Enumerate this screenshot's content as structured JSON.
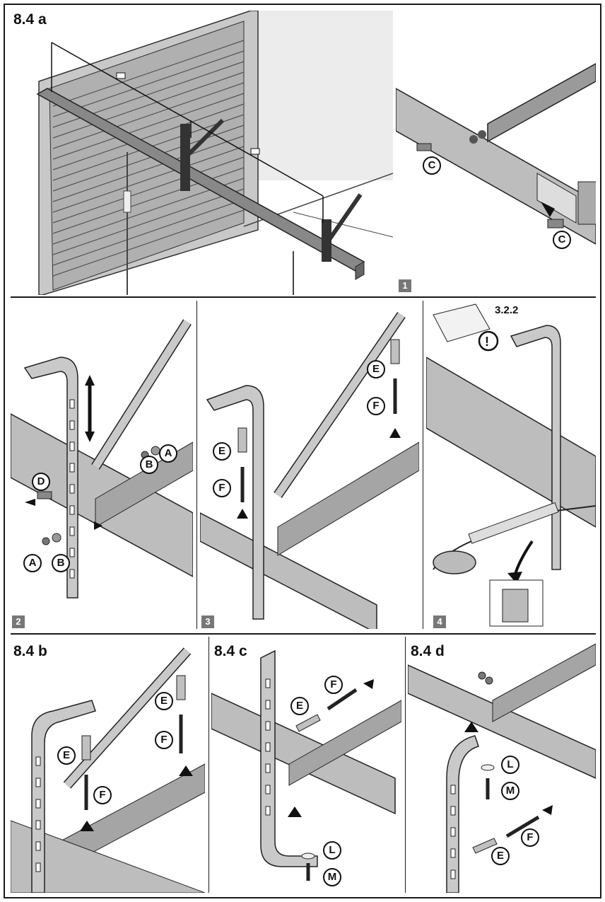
{
  "sections": {
    "a": "8.4 a",
    "b": "8.4 b",
    "c": "8.4 c",
    "d": "8.4 d"
  },
  "steps": [
    "1",
    "2",
    "3",
    "4"
  ],
  "parts": {
    "A": "A",
    "B": "B",
    "C": "C",
    "D": "D",
    "E": "E",
    "F": "F",
    "L": "L",
    "M": "M"
  },
  "doc_ref": "3.2.2",
  "icons": [
    "warning-icon",
    "recycle-bin-icon",
    "push-arrow-icon",
    "double-arrow-icon",
    "document-icon",
    "hacksaw-icon"
  ]
}
